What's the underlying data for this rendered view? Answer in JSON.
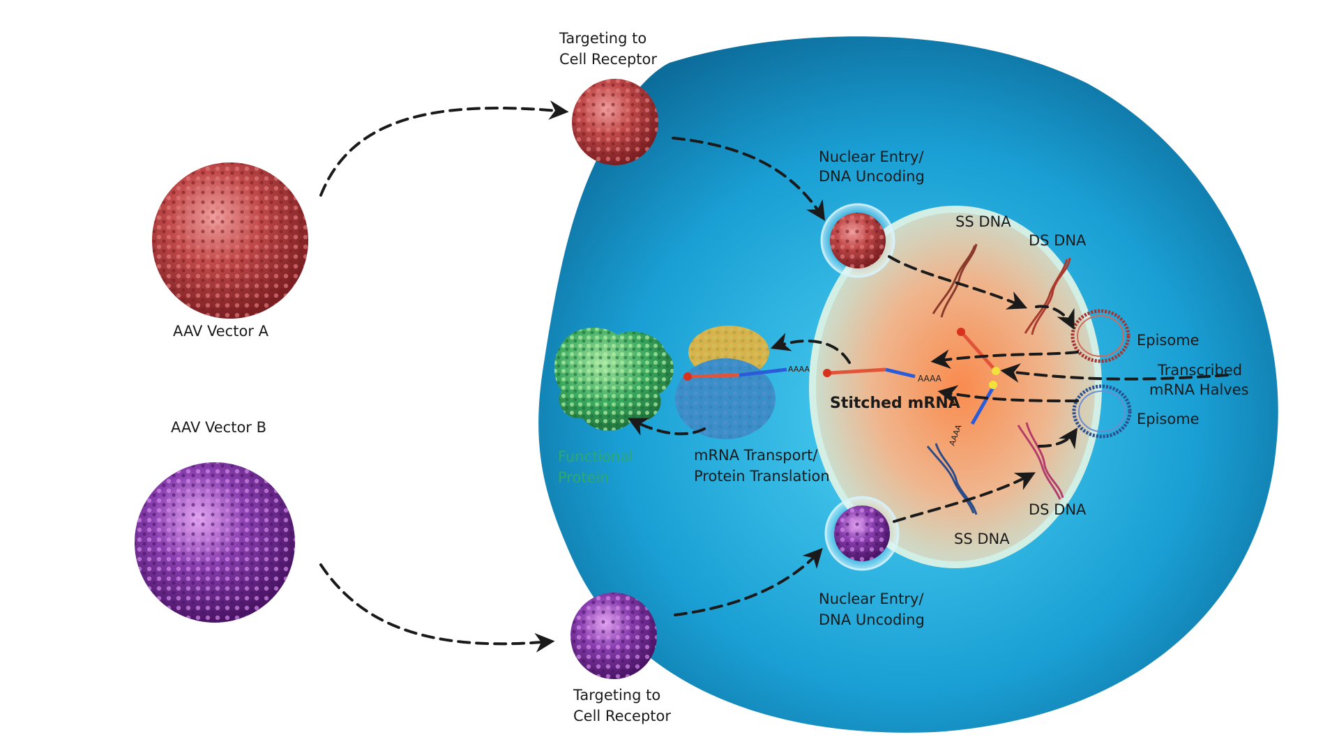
{
  "labels": {
    "aav_vector_a": "AAV Vector A",
    "aav_vector_b": "AAV Vector B",
    "targeting_top": [
      "Targeting to",
      "Cell Receptor"
    ],
    "targeting_bottom": [
      "Targeting to",
      "Cell Receptor"
    ],
    "nuclear_entry_top": [
      "Nuclear Entry/",
      "DNA Uncoding"
    ],
    "nuclear_entry_bottom": [
      "Nuclear Entry/",
      "DNA Uncoding"
    ],
    "ss_dna_top": "SS DNA",
    "ds_dna_top": "DS DNA",
    "ss_dna_bottom": "SS DNA",
    "ds_dna_bottom": "DS DNA",
    "episome_top": "Episome",
    "episome_bottom": "Episome",
    "transcribed_mrna_halves": [
      "Transcribed",
      "mRNA Halves"
    ],
    "stitched_mrna": "Stitched mRNA",
    "mrna_transport": [
      "mRNA Transport/",
      "Protein Translation"
    ],
    "functional_protein": [
      "Functional",
      "Protein"
    ],
    "poly_a": "AAAA"
  },
  "colors": {
    "vector_a": "#c24a4a",
    "vector_b": "#8a3fb0",
    "cell": "#1aa0d6",
    "nucleus": "#f3a877",
    "protein": "#3aa95e",
    "ribosome_top": "#d8b24a",
    "ribosome_bottom": "#3a8fc8",
    "arrow": "#1a1a1a",
    "label_green": "#2fa86b"
  },
  "icons": {
    "virus": "aav-capsid-icon",
    "dna": "dna-helix-icon",
    "episome": "episome-ring-icon",
    "protein": "protein-cluster-icon",
    "ribosome": "ribosome-icon"
  }
}
